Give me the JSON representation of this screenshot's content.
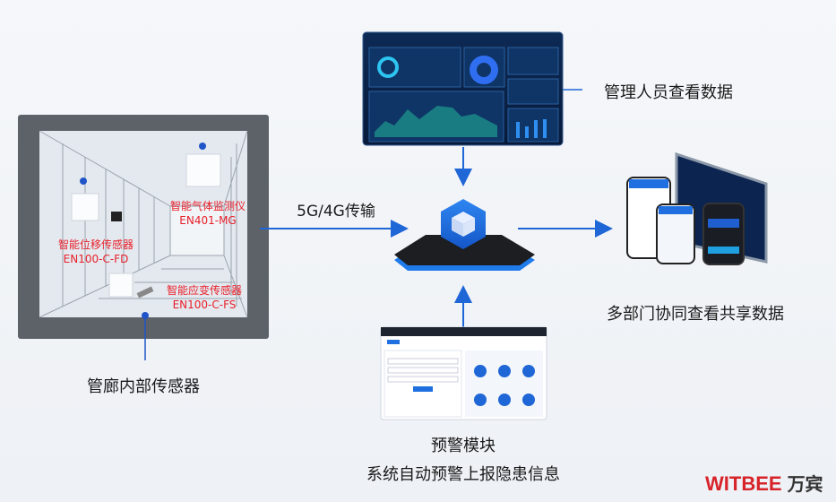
{
  "sensors": [
    {
      "name": "智能位移传感器",
      "model": "EN100-C-FD"
    },
    {
      "name": "智能气体监测仪",
      "model": "EN401-MG"
    },
    {
      "name": "智能应变传感器",
      "model": "EN100-C-FS"
    }
  ],
  "labels": {
    "tunnel": "管廊内部传感器",
    "transmission": "5G/4G传输",
    "managers": "管理人员查看数据",
    "departments": "多部门协同查看共享数据",
    "alert_title": "预警模块",
    "alert_desc": "系统自动预警上报隐患信息"
  },
  "logo": {
    "en": "WITBEE",
    "cn": "万宾"
  },
  "colors": {
    "accent": "#1f66d6",
    "sensor_text": "#e8202a",
    "frame": "#5d6269"
  }
}
